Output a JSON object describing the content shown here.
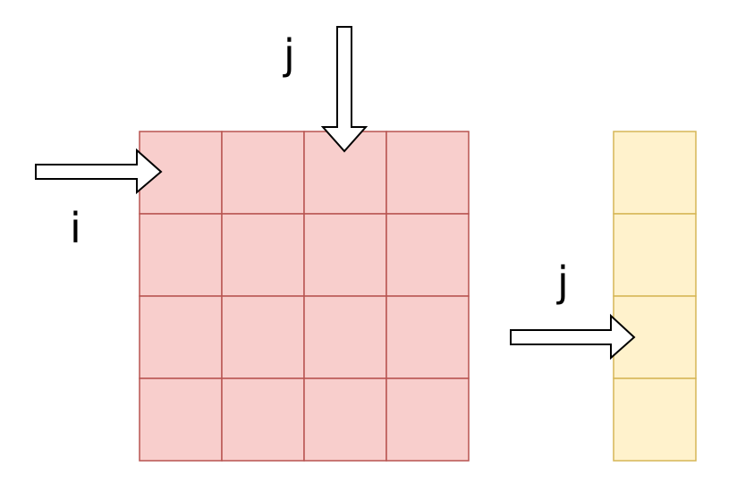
{
  "labels": {
    "row_index": "i",
    "col_index_top": "j",
    "col_index_vector": "j"
  },
  "matrix": {
    "rows": 4,
    "cols": 4,
    "fill": "#f8cecc",
    "stroke": "#b85450"
  },
  "vector": {
    "rows": 4,
    "fill": "#fff2cc",
    "stroke": "#d6b656"
  },
  "arrows": {
    "fill": "#ffffff",
    "stroke": "#000000"
  }
}
